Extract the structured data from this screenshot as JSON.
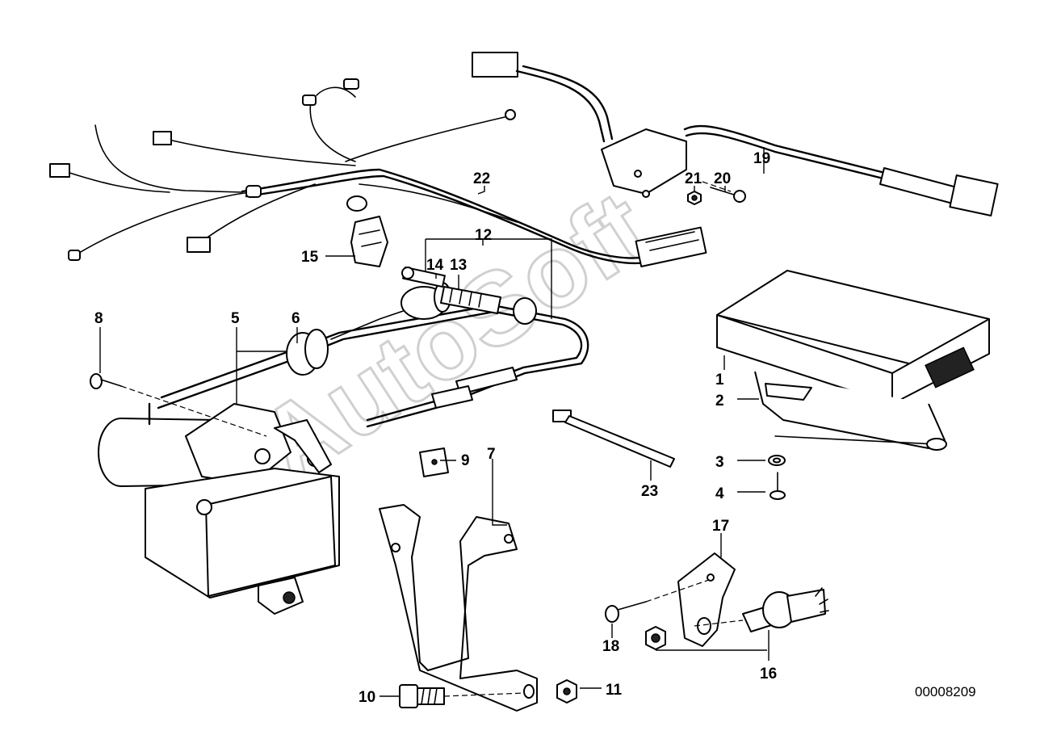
{
  "diagram": {
    "watermark": "AutoSoft",
    "document_number": "00008209",
    "callouts": [
      "1",
      "2",
      "3",
      "4",
      "5",
      "6",
      "7",
      "8",
      "9",
      "10",
      "11",
      "12",
      "13",
      "14",
      "15",
      "16",
      "17",
      "18",
      "19",
      "20",
      "21",
      "22",
      "23"
    ]
  }
}
